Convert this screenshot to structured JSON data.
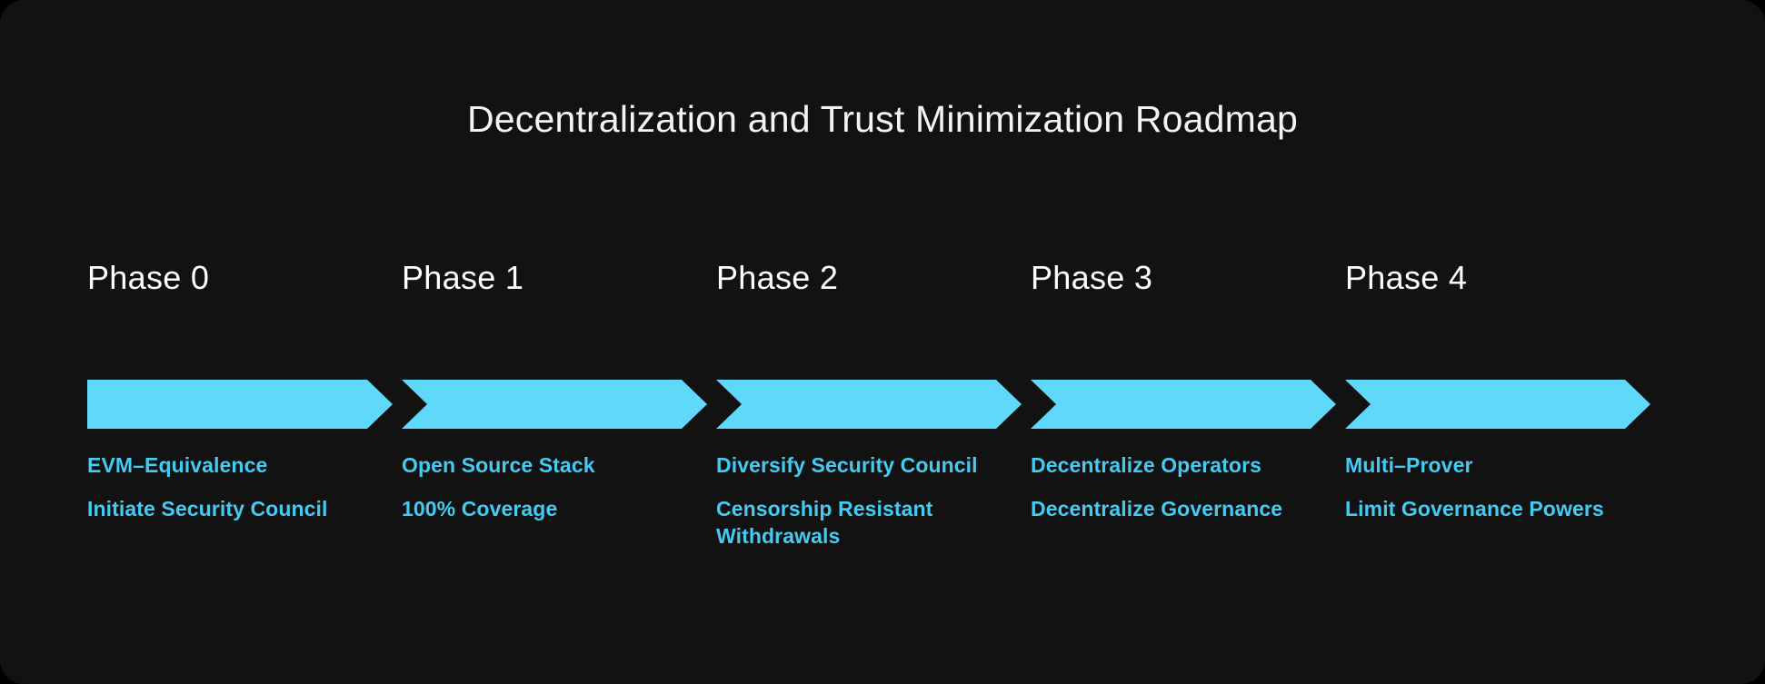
{
  "title": "Decentralization and Trust Minimization Roadmap",
  "colors": {
    "background": "#121212",
    "title_text": "#f4f4f4",
    "phase_heading": "#ffffff",
    "chevron": "#5FD8F9",
    "item_text": "#45CBF2"
  },
  "phases": [
    {
      "heading": "Phase 0",
      "items": [
        "EVM–Equivalence",
        "Initiate Security Council"
      ]
    },
    {
      "heading": "Phase 1",
      "items": [
        "Open Source Stack",
        "100% Coverage"
      ]
    },
    {
      "heading": "Phase 2",
      "items": [
        "Diversify Security Council",
        "Censorship Resistant Withdrawals"
      ]
    },
    {
      "heading": "Phase 3",
      "items": [
        "Decentralize Operators",
        "Decentralize Governance"
      ]
    },
    {
      "heading": "Phase 4",
      "items": [
        "Multi–Prover",
        "Limit Governance Powers"
      ]
    }
  ]
}
